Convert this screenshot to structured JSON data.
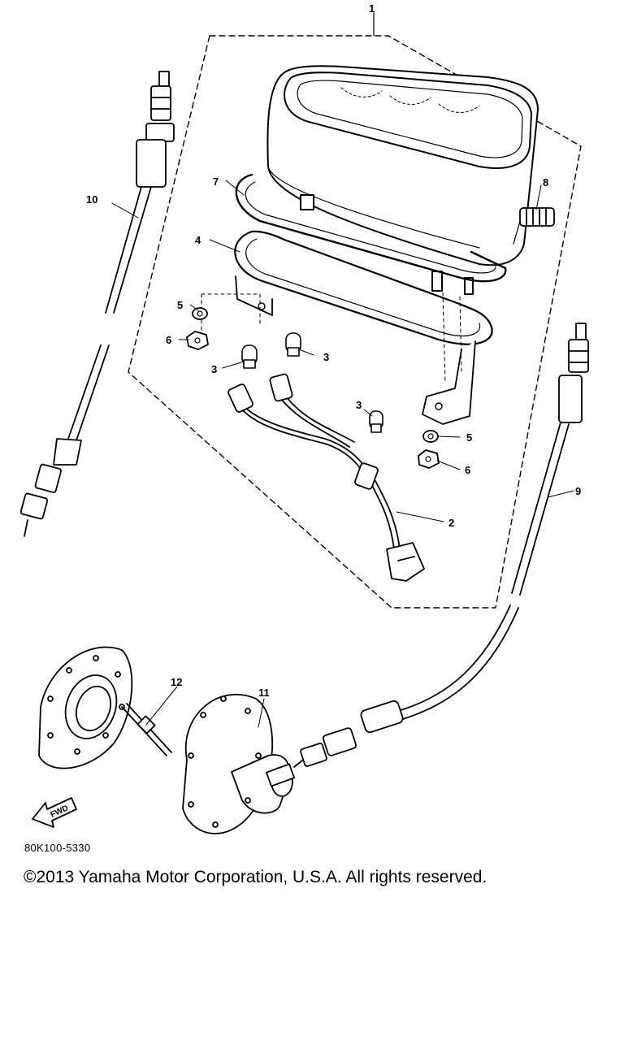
{
  "diagram": {
    "callouts": [
      "1",
      "2",
      "3",
      "3",
      "3",
      "4",
      "5",
      "5",
      "6",
      "6",
      "7",
      "8",
      "9",
      "10",
      "11",
      "12"
    ],
    "fwd_label": "FWD",
    "part_code": "80K100-5330"
  },
  "footer": {
    "copyright": "©2013 Yamaha Motor Corporation, U.S.A. All rights reserved."
  }
}
